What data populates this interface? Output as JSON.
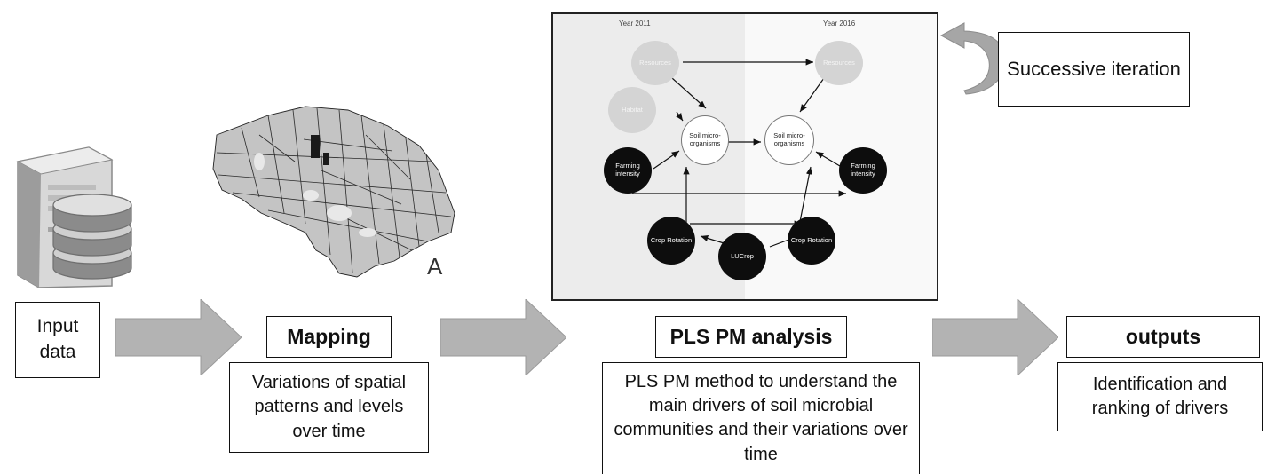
{
  "input": {
    "label": "Input data"
  },
  "mapping": {
    "title": "Mapping",
    "description": "Variations of spatial patterns and levels over time",
    "map_marker": "A"
  },
  "pls": {
    "title": "PLS PM analysis",
    "description": "PLS PM method to understand the main drivers of soil microbial communities and their variations over time"
  },
  "outputs": {
    "title": "outputs",
    "description": "Identification and ranking of drivers"
  },
  "iteration": {
    "label": "Successive iteration"
  },
  "model": {
    "year_left": "Year 2011",
    "year_right": "Year 2016",
    "nodes": {
      "resources_2011": "Resources",
      "resources_2016": "Resources",
      "habitat": "Habitat",
      "soil_2011": "Soil micro-organisms",
      "soil_2016": "Soil micro-organisms",
      "farming_2011": "Farming intensity",
      "farming_2016": "Farming intensity",
      "crop_2011": "Crop Rotation",
      "crop_2016": "Crop Rotation",
      "lucrop": "LUCrop"
    }
  },
  "colors": {
    "arrow_fill": "#b3b3b3",
    "iteration_arrow": "#a6a6a6",
    "panel_left_bg": "#ececec",
    "node_dark": "#0d0d0d",
    "node_light": "#d4d4d4"
  },
  "icons": [
    "database-server-icon",
    "cadastral-map-icon",
    "circular-iteration-arrow-icon"
  ]
}
